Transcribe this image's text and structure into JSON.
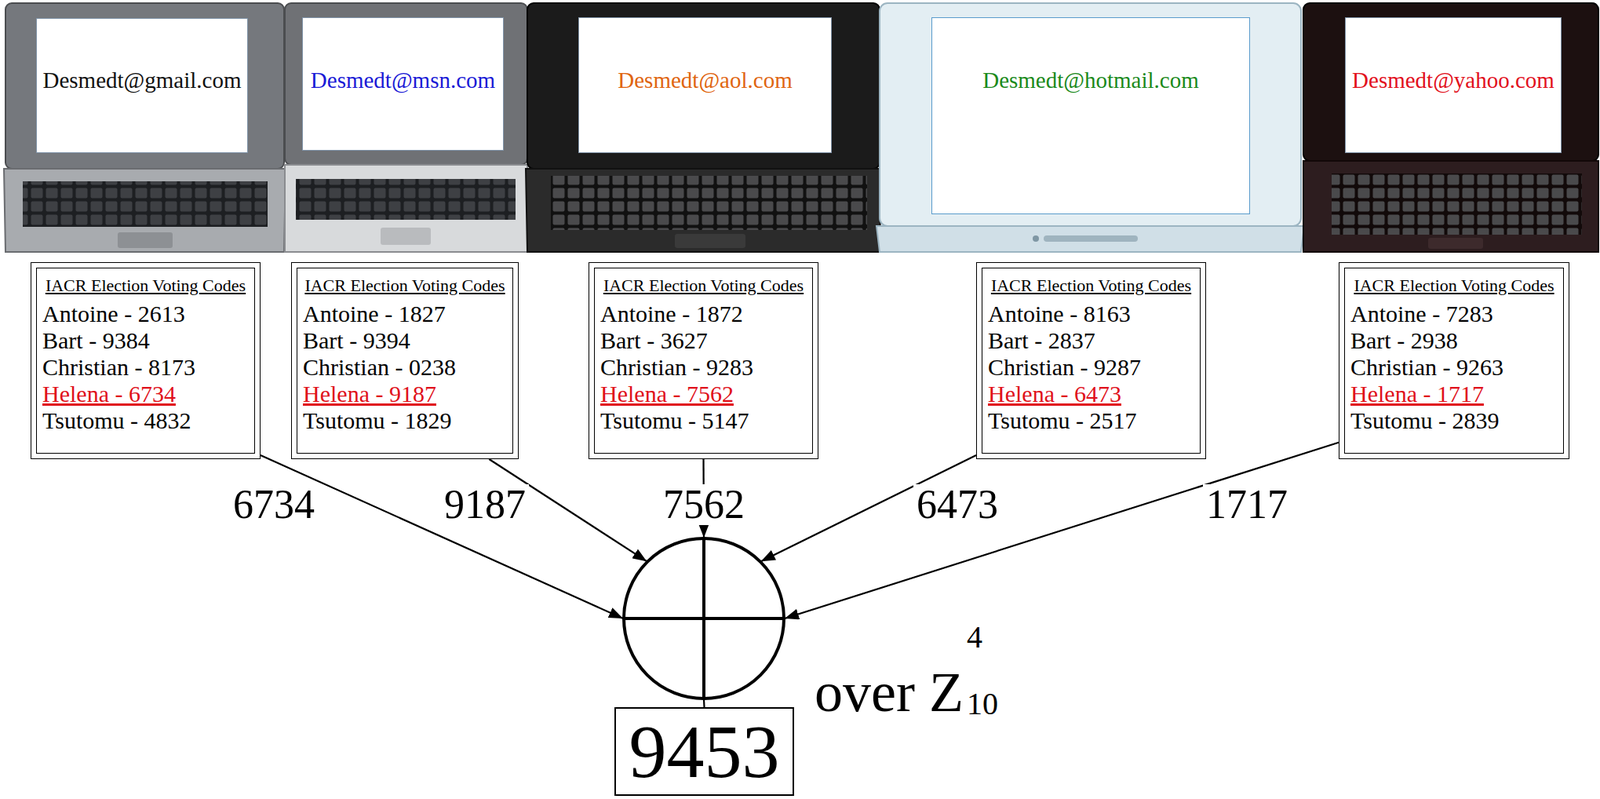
{
  "diagram": {
    "nodes": [
      {
        "text": [
          "Desmedt@gmail.com"
        ]
      },
      {
        "text": [
          "Desmedt@msn.com"
        ]
      },
      {
        "text": [
          "Desmedt@aol.com"
        ]
      },
      {
        "text": [
          "Desmedt@hotmail.com"
        ]
      },
      {
        "text": [
          "Desmedt@yahoo.com"
        ]
      },
      {
        "text": [
          "IACR Election Voting Codes",
          "Antoine - 2613",
          "Bart - 9384",
          "Christian - 8173",
          "Helena - 6734",
          "Tsutomu - 4832"
        ]
      },
      {
        "text": [
          "IACR Election Voting Codes",
          "Antoine - 1827",
          "Bart - 9394",
          "Christian - 0238",
          "Helena - 9187",
          "Tsutomu - 1829"
        ]
      },
      {
        "text": [
          "IACR Election Voting Codes",
          "Antoine - 1872",
          "Bart - 3627",
          "Christian - 9283",
          "Helena - 7562",
          "Tsutomu - 5147"
        ]
      },
      {
        "text": [
          "IACR Election Voting Codes",
          "Antoine - 8163",
          "Bart - 2837",
          "Christian - 9287",
          "Helena - 6473",
          "Tsutomu - 2517"
        ]
      },
      {
        "text": [
          "IACR Election Voting Codes",
          "Antoine - 7283",
          "Bart - 2938",
          "Christian - 9263",
          "Helena - 1717",
          "Tsutomu - 2839"
        ]
      },
      {
        "text": [
          "over Z",
          "4",
          "10"
        ]
      },
      {
        "text": [
          "9453"
        ]
      }
    ],
    "edges": [
      {
        "from": 5,
        "to": 10,
        "arrow": "to",
        "label": "6734"
      },
      {
        "from": 6,
        "to": 10,
        "arrow": "to",
        "label": "9187"
      },
      {
        "from": 7,
        "to": 10,
        "arrow": "to",
        "label": "7562"
      },
      {
        "from": 8,
        "to": 10,
        "arrow": "to",
        "label": "6473"
      },
      {
        "from": 9,
        "to": 10,
        "arrow": "to",
        "label": "1717"
      },
      {
        "from": 10,
        "to": 11,
        "arrow": "none"
      }
    ]
  }
}
